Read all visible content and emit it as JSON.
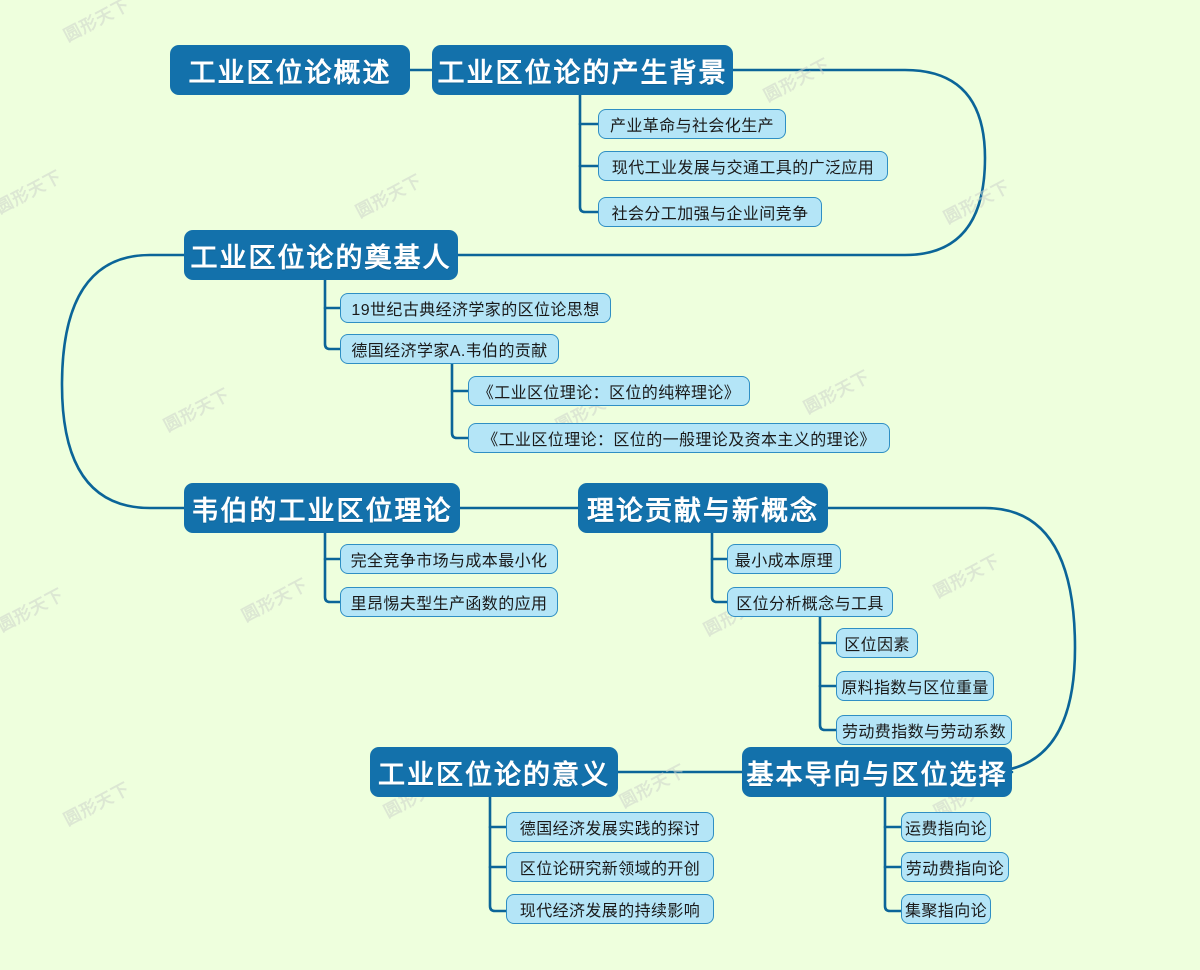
{
  "meta": {
    "background_color": "#eeffdd",
    "level1_color": "#1371ab",
    "level2_fill": "#b4e5f7",
    "level2_border": "#2f8fc4",
    "line_color": "#0b6598",
    "watermark_text": "圆形天下"
  },
  "root": {
    "label": "工业区位论概述"
  },
  "branches": [
    {
      "id": "background",
      "label": "工业区位论的产生背景",
      "children": [
        {
          "label": "产业革命与社会化生产"
        },
        {
          "label": "现代工业发展与交通工具的广泛应用"
        },
        {
          "label": "社会分工加强与企业间竞争"
        }
      ]
    },
    {
      "id": "founder",
      "label": "工业区位论的奠基人",
      "children": [
        {
          "label": "19世纪古典经济学家的区位论思想"
        },
        {
          "label": "德国经济学家A.韦伯的贡献",
          "children": [
            {
              "label": "《工业区位理论：区位的纯粹理论》"
            },
            {
              "label": "《工业区位理论：区位的一般理论及资本主义的理论》"
            }
          ]
        }
      ]
    },
    {
      "id": "weber-theory",
      "label": "韦伯的工业区位理论",
      "children": [
        {
          "label": "完全竞争市场与成本最小化"
        },
        {
          "label": "里昂惕夫型生产函数的应用"
        }
      ]
    },
    {
      "id": "contribution",
      "label": "理论贡献与新概念",
      "children": [
        {
          "label": "最小成本原理"
        },
        {
          "label": "区位分析概念与工具",
          "children": [
            {
              "label": "区位因素"
            },
            {
              "label": "原料指数与区位重量"
            },
            {
              "label": "劳动费指数与劳动系数"
            }
          ]
        }
      ]
    },
    {
      "id": "orientation",
      "label": "基本导向与区位选择",
      "children": [
        {
          "label": "运费指向论"
        },
        {
          "label": "劳动费指向论"
        },
        {
          "label": "集聚指向论"
        }
      ]
    },
    {
      "id": "significance",
      "label": "工业区位论的意义",
      "children": [
        {
          "label": "德国经济发展实践的探讨"
        },
        {
          "label": "区位论研究新领域的开创"
        },
        {
          "label": "现代经济发展的持续影响"
        }
      ]
    }
  ]
}
